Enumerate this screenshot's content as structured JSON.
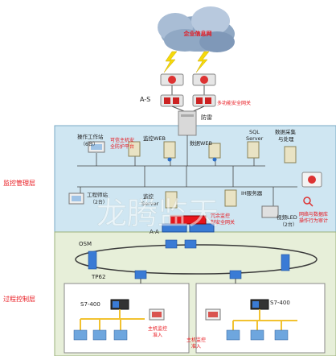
{
  "cloud_label": "企业信息网",
  "as_label": "A-S",
  "gateway_label": "多功能安全网关",
  "firewall_label": "防雷",
  "layer_monitor": "监控管理层",
  "layer_process": "过程控制层",
  "nodes": {
    "op_station": "操作工作站",
    "op_count": "（6台）",
    "trusted_host": "可信主机安",
    "trusted_host2": "全防护平台",
    "web_monitor": "监控WEB",
    "data_web": "数据WEB",
    "sql": "SQL",
    "sql2": "Server",
    "data_collect": "数据采集",
    "data_collect2": "与处理",
    "eng_station": "工程师站",
    "eng_count": "（2台）",
    "monitor_server": "监控",
    "monitor_server2": "Server",
    "ih_server": "IH服务器",
    "video": "视频LED",
    "video_count": "（2台）",
    "audit": "网络与数据库",
    "audit2": "操作行为审计",
    "redundancy": "冗余监控",
    "redundancy2": "制安全网关",
    "aa": "A-A",
    "osm": "OSM",
    "tp62": "TP62",
    "s7_left": "S7-400",
    "s7_right": "S7-400",
    "host_access_left": "主机监控",
    "host_access_left2": "准入",
    "host_access_right": "主机监控",
    "host_access_right2": "准入"
  },
  "watermark": "龙腾监天",
  "colors": {
    "red_label": "#e8141b",
    "monitor_bg": "#cfe6f2",
    "process_bg": "#e7efd9",
    "ring": "#3a3a3a",
    "switch_blue": "#3a7bd5",
    "bus_yellow": "#f2c230"
  }
}
